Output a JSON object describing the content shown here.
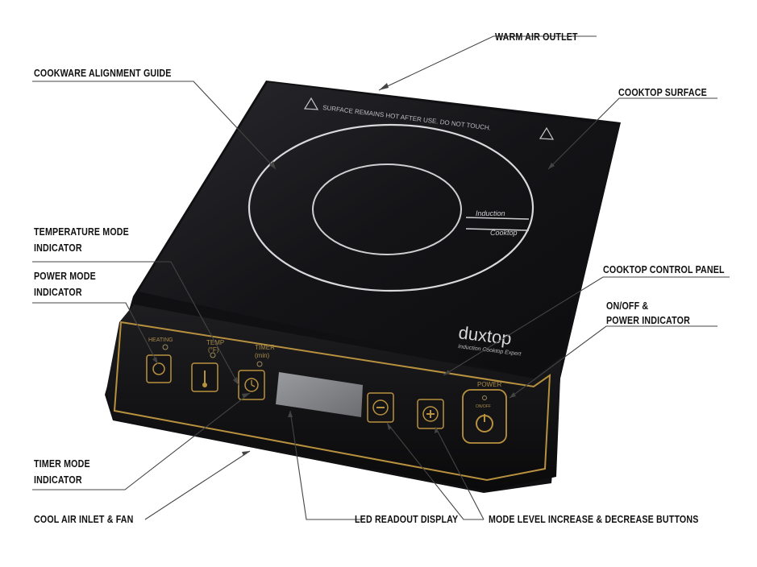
{
  "callouts": {
    "warm_air_outlet": "WARM AIR OUTLET",
    "cookware_alignment_guide": "COOKWARE ALIGNMENT GUIDE",
    "cooktop_surface": "COOKTOP SURFACE",
    "temperature_mode_indicator_1": "TEMPERATURE MODE",
    "temperature_mode_indicator_2": "INDICATOR",
    "power_mode_indicator_1": "POWER MODE",
    "power_mode_indicator_2": "INDICATOR",
    "cooktop_control_panel": "COOKTOP CONTROL PANEL",
    "on_off_power_indicator_1": "ON/OFF &",
    "on_off_power_indicator_2": "POWER INDICATOR",
    "timer_mode_indicator_1": "TIMER MODE",
    "timer_mode_indicator_2": "INDICATOR",
    "cool_air_inlet_fan": "COOL AIR INLET & FAN",
    "led_readout_display": "LED READOUT DISPLAY",
    "mode_level_buttons": "MODE LEVEL INCREASE & DECREASE BUTTONS"
  },
  "device": {
    "warning_text": "SURFACE REMAINS HOT AFTER USE. DO NOT TOUCH.",
    "ring_label_1": "Induction",
    "ring_label_2": "Cooktop",
    "brand": "duxtop",
    "brand_tagline": "Induction Cooktop Expert",
    "heating_label": "HEATING",
    "temp_label_1": "TEMP",
    "temp_label_2": "(°F)",
    "timer_label_1": "TIMER",
    "timer_label_2": "(min)",
    "power_label": "POWER",
    "on_off_label": "ON/OFF"
  },
  "colors": {
    "panel_gold": "#b8913f",
    "surface": "#111114",
    "body": "#1b1b1d"
  }
}
